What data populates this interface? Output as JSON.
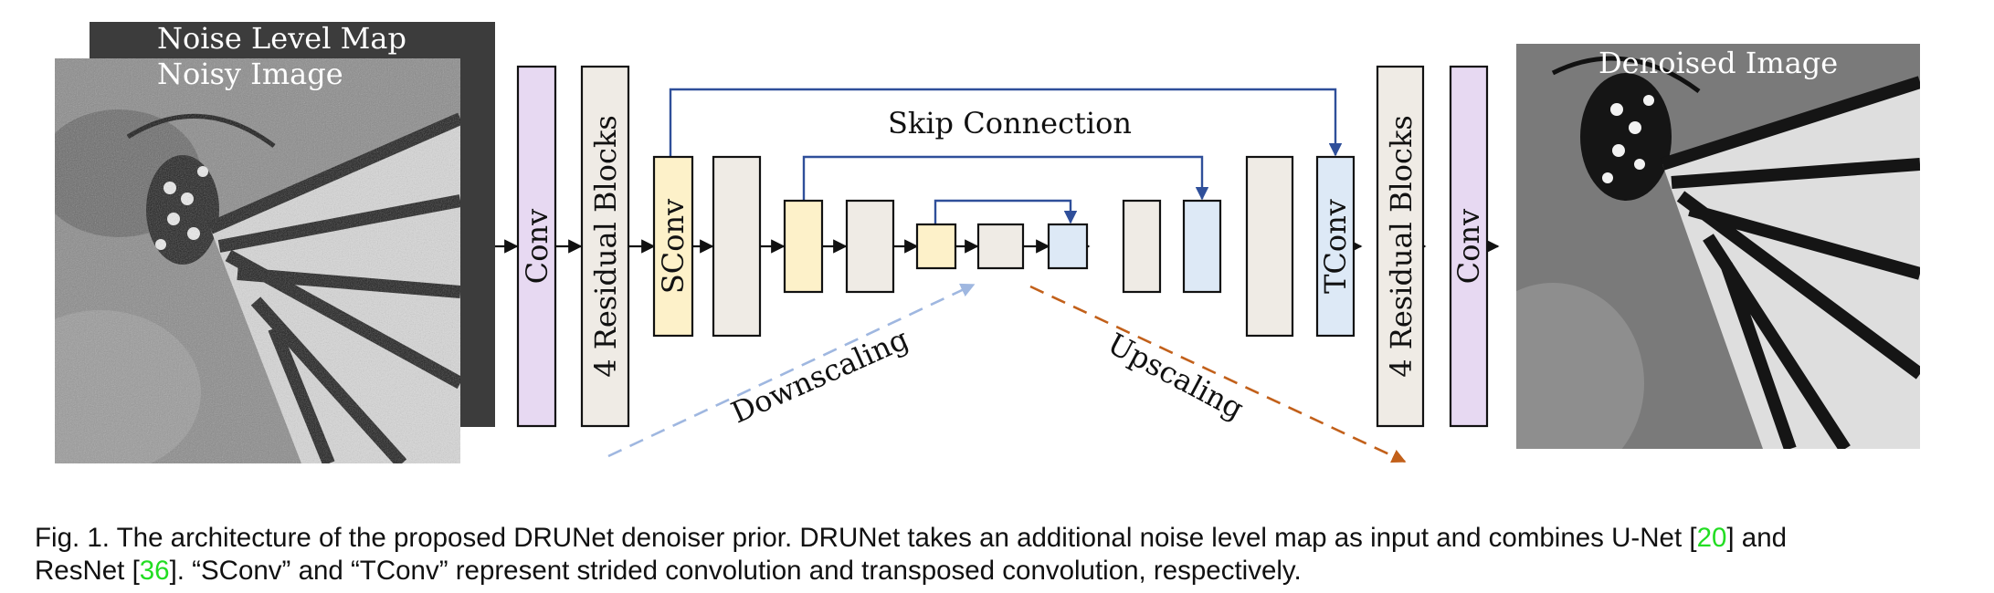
{
  "figure": {
    "noise_level_map_label": "Noise Level Map",
    "noisy_image_label": "Noisy Image",
    "denoised_image_label": "Denoised Image",
    "skip_connection_label": "Skip Connection",
    "downscaling_label": "Downscaling",
    "upscaling_label": "Upscaling",
    "blocks": {
      "conv_in": "Conv",
      "res_in": "4 Residual Blocks",
      "sconv": "SConv",
      "tconv": "TConv",
      "res_out": "4 Residual Blocks",
      "conv_out": "Conv"
    },
    "colors": {
      "conv": "#e7d9f2",
      "residual": "#efebe5",
      "down": "#fdf1c9",
      "up": "#dde9f6",
      "skip_arrow": "#2f4f9a",
      "downscaling_arrow": "#9fb7e0",
      "upscaling_arrow": "#c2601a"
    }
  },
  "caption": {
    "part1": "Fig. 1. The architecture of the proposed DRUNet denoiser prior. DRUNet takes an additional noise level map as input and combines U-Net [",
    "ref1": "20",
    "part2": "] and",
    "part3": "ResNet [",
    "ref2": "36",
    "part4": "]. “SConv” and “TConv” represent strided convolution and transposed convolution, respectively."
  }
}
